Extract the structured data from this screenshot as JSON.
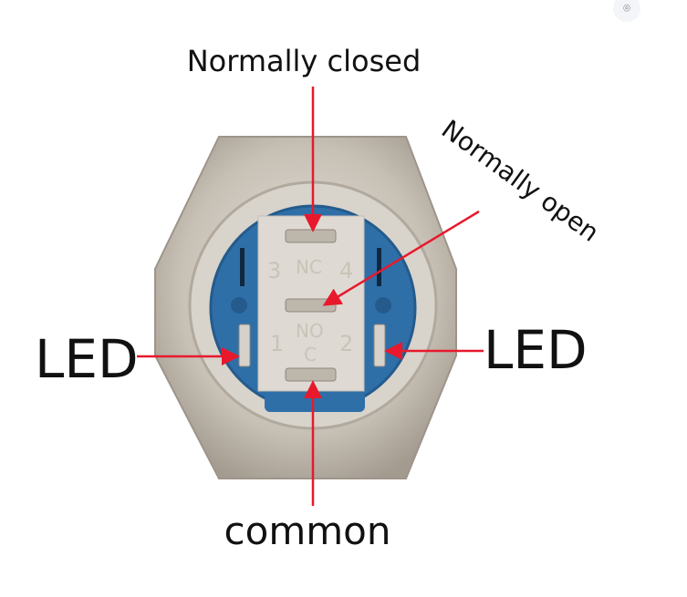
{
  "labels": {
    "normally_closed": "Normally closed",
    "normally_open": "Normally open",
    "led_left": "LED",
    "led_right": "LED",
    "common": "common"
  },
  "switch_markings": {
    "pin3": "3",
    "pin4": "4",
    "pin1": "1",
    "pin2": "2",
    "nc": "NC",
    "no": "NO",
    "c": "C"
  },
  "colors": {
    "arrow": "#e8192c",
    "housing_blue": "#2f6fa8",
    "metal": "#c8c2b8",
    "terminal_block": "#dedad3"
  },
  "icons": {
    "visual_search": "lens-scan-icon"
  }
}
